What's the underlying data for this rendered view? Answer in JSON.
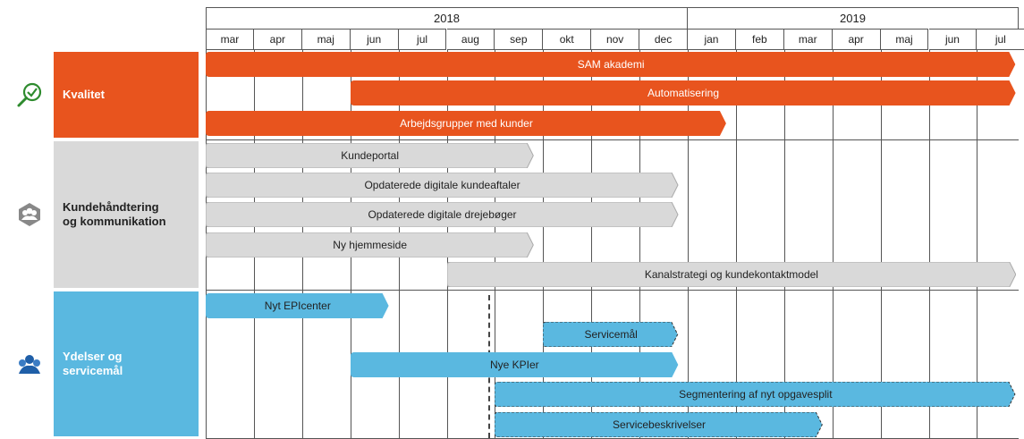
{
  "timeline": {
    "years": [
      "2018",
      "2019"
    ],
    "months": [
      "mar",
      "apr",
      "maj",
      "jun",
      "jul",
      "aug",
      "sep",
      "okt",
      "nov",
      "dec",
      "jan",
      "feb",
      "mar",
      "apr",
      "maj",
      "jun",
      "jul"
    ]
  },
  "categories": [
    {
      "label_line1": "Kvalitet",
      "label_line2": "",
      "icon": "magnifier-check-icon",
      "color": "#e8541e",
      "text_color": "#ffffff"
    },
    {
      "label_line1": "Kundehåndtering",
      "label_line2": "og kommunikation",
      "icon": "people-hexagon-icon",
      "color": "#d9d9d9",
      "text_color": "#222222"
    },
    {
      "label_line1": "Ydelser og",
      "label_line2": "servicemål",
      "icon": "people-group-icon",
      "color": "#5ab8e0",
      "text_color": "#ffffff"
    }
  ],
  "bars": [
    {
      "label": "SAM akademi",
      "category": 0,
      "start": "2018-03",
      "end": "2019-07"
    },
    {
      "label": "Automatisering",
      "category": 0,
      "start": "2018-06",
      "end": "2019-07"
    },
    {
      "label": "Arbejdsgrupper med kunder",
      "category": 0,
      "start": "2018-03",
      "end": "2019-01"
    },
    {
      "label": "Kundeportal",
      "category": 1,
      "start": "2018-03",
      "end": "2018-09"
    },
    {
      "label": "Opdaterede digitale kundeaftaler",
      "category": 1,
      "start": "2018-03",
      "end": "2018-12"
    },
    {
      "label": "Opdaterede digitale drejebøger",
      "category": 1,
      "start": "2018-03",
      "end": "2018-12"
    },
    {
      "label": "Ny hjemmeside",
      "category": 1,
      "start": "2018-03",
      "end": "2018-09"
    },
    {
      "label": "Kanalstrategi og kundekontaktmodel",
      "category": 1,
      "start": "2018-08",
      "end": "2019-07"
    },
    {
      "label": "Nyt EPIcenter",
      "category": 2,
      "start": "2018-03",
      "end": "2018-06"
    },
    {
      "label": "Servicemål",
      "category": 2,
      "start": "2018-10",
      "end": "2018-12"
    },
    {
      "label": "Nye KPIer",
      "category": 2,
      "start": "2018-06",
      "end": "2018-12"
    },
    {
      "label": "Segmentering af nyt opgavesplit",
      "category": 2,
      "start": "2018-09",
      "end": "2019-07"
    },
    {
      "label": "Servicebeskrivelser",
      "category": 2,
      "start": "2018-09",
      "end": "2019-03"
    }
  ]
}
